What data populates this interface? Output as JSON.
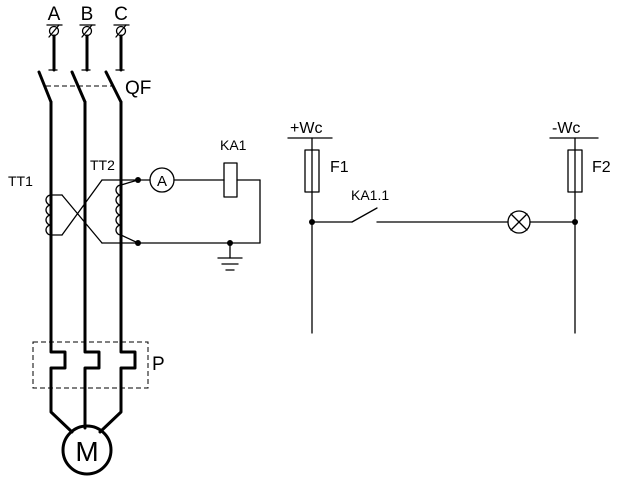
{
  "labels": {
    "phase_a": "A",
    "phase_b": "B",
    "phase_c": "C",
    "breaker": "QF",
    "tt1": "TT1",
    "tt2": "TT2",
    "ammeter": "A",
    "relay": "KA1",
    "plus_wc": "+Wc",
    "minus_wc": "-Wc",
    "fuse1": "F1",
    "fuse2": "F2",
    "relay_contact": "KA1.1",
    "thermal": "P",
    "motor": "M"
  }
}
